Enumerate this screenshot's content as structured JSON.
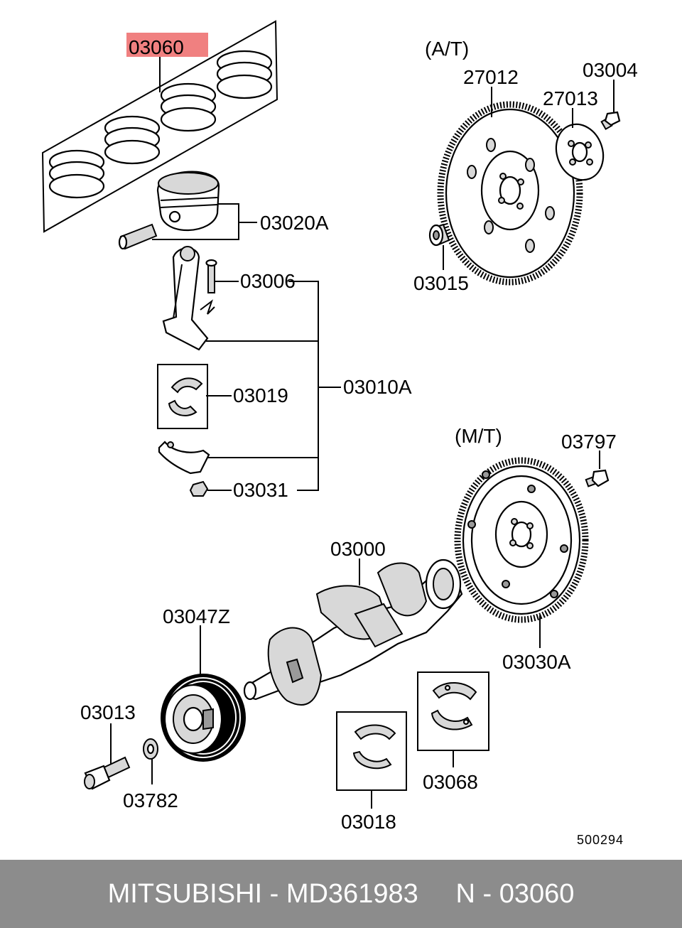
{
  "labels": {
    "l_03060": "03060",
    "l_at": "(A/T)",
    "l_27012": "27012",
    "l_03004": "03004",
    "l_27013": "27013",
    "l_03020a": "03020A",
    "l_03015": "03015",
    "l_03006": "03006",
    "l_03019": "03019",
    "l_03010a": "03010A",
    "l_mt": "(M/T)",
    "l_03797": "03797",
    "l_03031": "03031",
    "l_03000": "03000",
    "l_03047z": "03047Z",
    "l_03030a": "03030A",
    "l_03013": "03013",
    "l_03782": "03782",
    "l_03068": "03068",
    "l_03018": "03018",
    "l_diagram_no": "500294"
  },
  "highlight_color": "#f08080",
  "footer": {
    "text": "MITSUBISHI - MD361983     N - 03060",
    "background": "#8c8c8c",
    "color": "#ffffff"
  }
}
